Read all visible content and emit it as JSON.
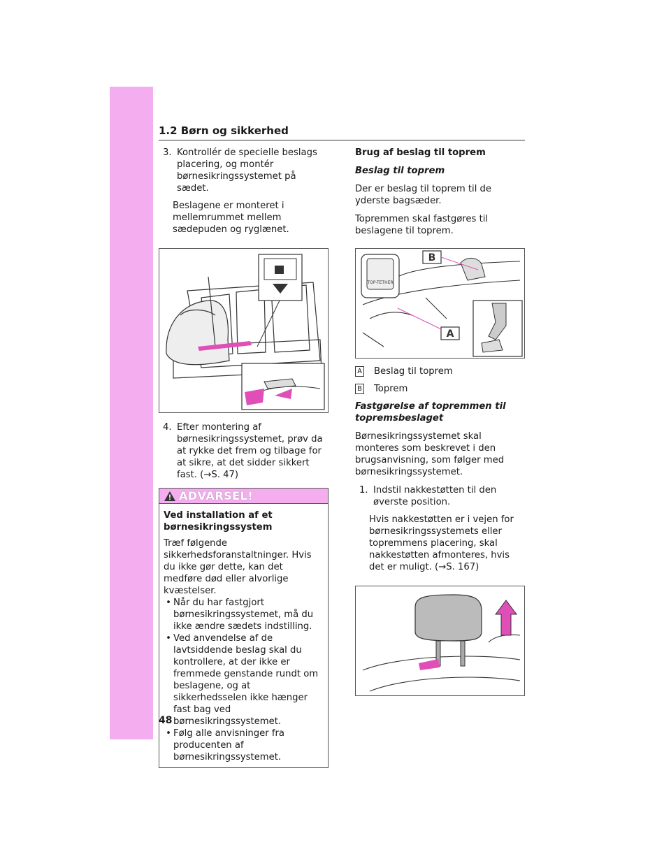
{
  "header": {
    "section": "1.2  Børn og sikkerhed"
  },
  "page_number": "48",
  "left": {
    "step3_num": "3.",
    "step3_text": "Kontrollér de specielle beslags placering, og montér børnesikringssystemet på sædet.",
    "step3_note": "Beslagene er monteret i mellemrummet mellem sædepuden og ryglænet.",
    "step4_num": "4.",
    "step4_text": "Efter montering af børnesikringssystemet, prøv da at rykke det frem og tilbage for at sikre, at det sidder sikkert fast. (→S. 47)"
  },
  "warning": {
    "title": "ADVARSEL!",
    "heading": "Ved installation af et børnesikringssystem",
    "intro": "Træf følgende sikkerhedsforanstaltninger. Hvis du ikke gør dette, kan det medføre død eller alvorlige kvæstelser.",
    "bullets": [
      "Når du har fastgjort børnesikringssystemet, må du ikke ændre sædets indstilling.",
      "Ved anvendelse af de lavtsiddende beslag skal du kontrollere, at der ikke er fremmede genstande rundt om beslagene, og at sikkerhedsselen ikke hænger fast bag ved børnesikringssystemet.",
      "Følg alle anvisninger fra producenten af børnesikringssystemet."
    ]
  },
  "right": {
    "heading": "Brug af beslag til toprem",
    "subheading1": "Beslag til toprem",
    "para1": "Der er beslag til toprem til de yderste bagsæder.",
    "para2": "Topremmen skal fastgøres til beslagene til toprem.",
    "figure_text": "TOP-TETHER",
    "labels": [
      {
        "letter": "A",
        "text": "Beslag til toprem"
      },
      {
        "letter": "B",
        "text": "Toprem"
      }
    ],
    "subheading2": "Fastgørelse af topremmen til topremsbeslaget",
    "para3": "Børnesikringssystemet skal monteres som beskrevet i den brugsanvisning, som følger med børnesikringssystemet.",
    "step1_num": "1.",
    "step1_text": "Indstil nakkestøtten til den øverste position.",
    "step1_note": "Hvis nakkestøtten er i vejen for børnesikringssystemets eller topremmens placering, skal nakkestøtten afmonteres, hvis det er muligt. (→S. 167)"
  },
  "colors": {
    "accent_pink": "#f4aef0",
    "arrow_pink": "#e04fb8"
  }
}
